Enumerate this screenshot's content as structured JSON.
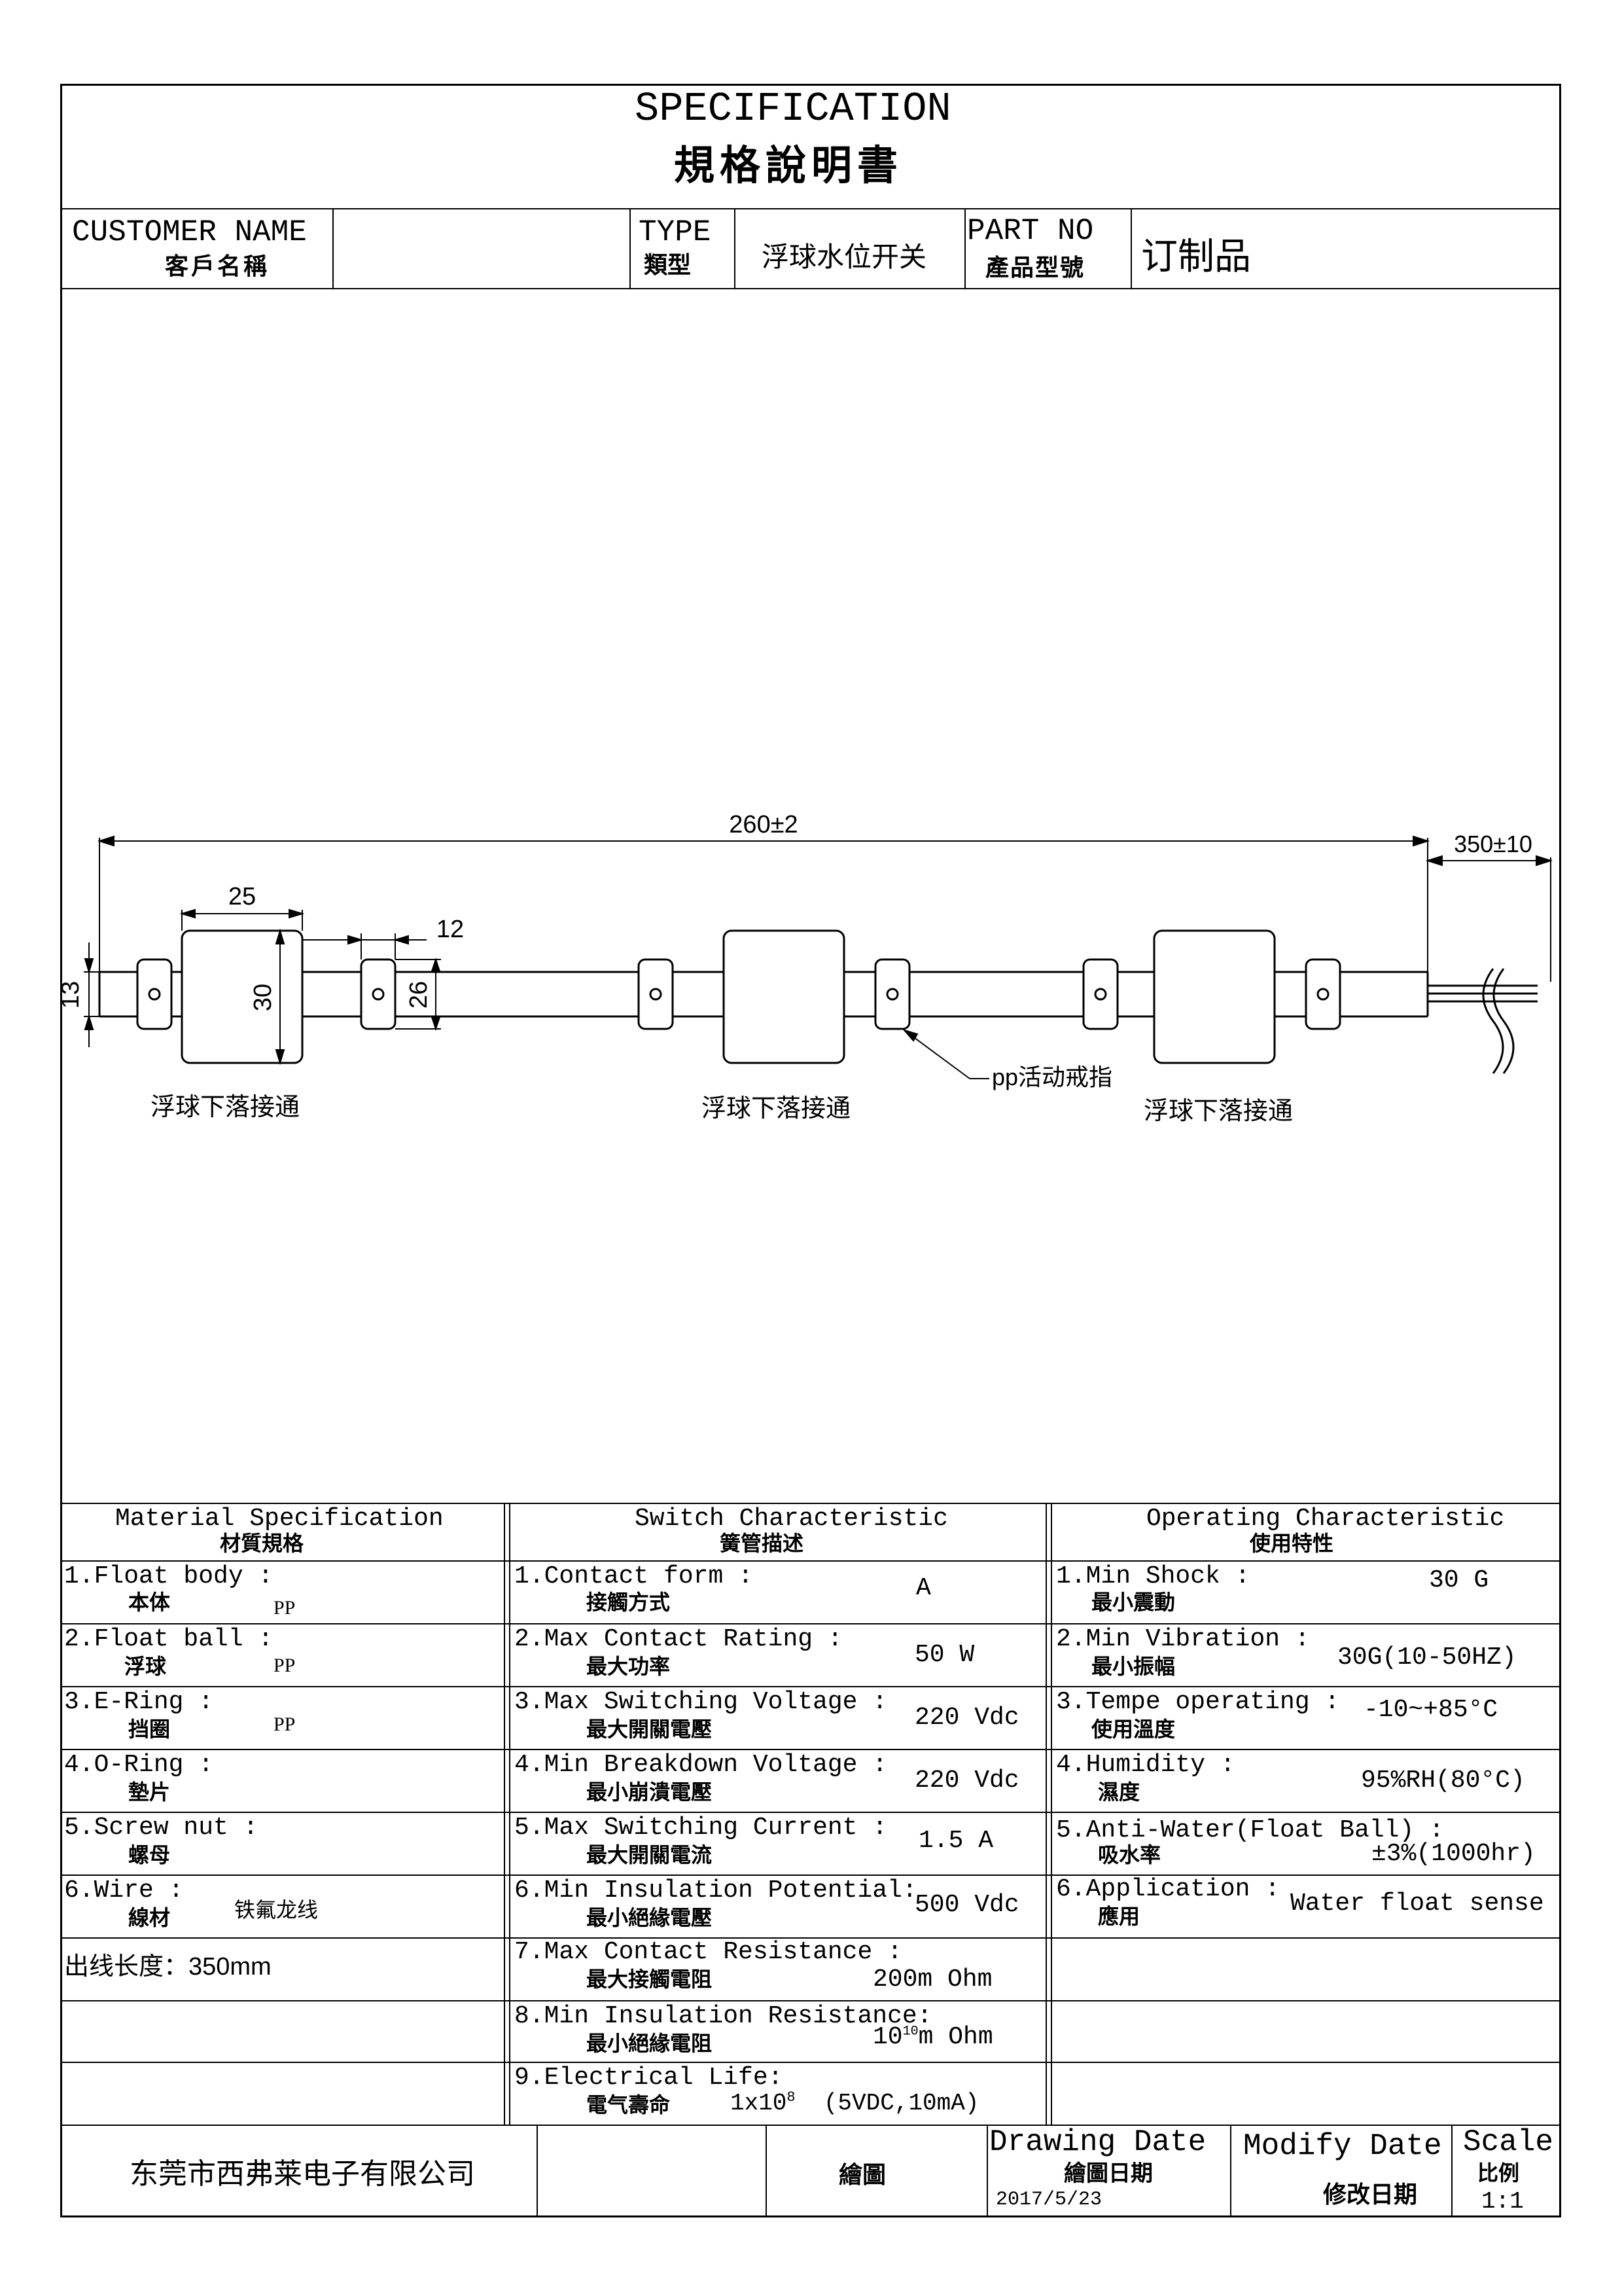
{
  "header": {
    "title_en": "SPECIFICATION",
    "title_cn": "規格說明書",
    "customer_label_en": "CUSTOMER NAME",
    "customer_label_cn": "客戶名稱",
    "customer_value": "",
    "type_label_en": "TYPE",
    "type_label_cn": "類型",
    "type_value": "浮球水位开关",
    "partno_label_en": "PART NO",
    "partno_label_cn": "產品型號",
    "partno_value": "订制品"
  },
  "drawing": {
    "dim_total": "260±2",
    "dim_lead": "350±10",
    "dim_float_width": "25",
    "dim_spacing": "12",
    "dim_rod": "13",
    "dim_float_height": "30",
    "dim_ring": "26",
    "ring_note": "pp活动戒指",
    "float_labels": [
      "浮球下落接通",
      "浮球下落接通",
      "浮球下落接通"
    ]
  },
  "material": {
    "title_en": "Material  Specification",
    "title_cn": "材質規格",
    "rows": [
      {
        "en": "1.Float body :",
        "cn": "本体",
        "val": "PP"
      },
      {
        "en": "2.Float ball :",
        "cn": "浮球",
        "val": "PP"
      },
      {
        "en": "3.E-Ring :",
        "cn": "挡圈",
        "val": "PP"
      },
      {
        "en": "4.O-Ring :",
        "cn": "墊片",
        "val": ""
      },
      {
        "en": "5.Screw nut :",
        "cn": "螺母",
        "val": ""
      },
      {
        "en": "6.Wire :",
        "cn": "線材",
        "val": "铁氟龙线"
      }
    ],
    "lead_length": "出线长度：350mm"
  },
  "switch": {
    "title_en": "Switch Characteristic",
    "title_cn": "簧管描述",
    "rows": [
      {
        "en": "1.Contact form :",
        "cn": "接觸方式",
        "val": "A"
      },
      {
        "en": "2.Max Contact Rating :",
        "cn": "最大功率",
        "val": "50 W"
      },
      {
        "en": "3.Max Switching Voltage :",
        "cn": "最大開關電壓",
        "val": "220 Vdc"
      },
      {
        "en": "4.Min Breakdown Voltage :",
        "cn": "最小崩潰電壓",
        "val": "220 Vdc"
      },
      {
        "en": "5.Max Switching Current :",
        "cn": "最大開關電流",
        "val": "1.5 A"
      },
      {
        "en": "6.Min Insulation Potential:",
        "cn": "最小絕緣電壓",
        "val": "500 Vdc"
      },
      {
        "en": "7.Max Contact Resistance :",
        "cn": "最大接觸電阻",
        "val": "200m Ohm"
      },
      {
        "en": "8.Min Insulation Resistance:",
        "cn": "最小絕緣電阻",
        "val": "m Ohm",
        "val_base": "10",
        "val_exp": "10"
      },
      {
        "en": "9.Electrical Life:",
        "cn": "電气壽命",
        "val": "  (5VDC,10mA)",
        "val_base": "1x10",
        "val_exp": "8"
      }
    ]
  },
  "operating": {
    "title_en": "Operating Characteristic",
    "title_cn": "使用特性",
    "rows": [
      {
        "en": "1.Min Shock :",
        "cn": "最小震動",
        "val": "30 G"
      },
      {
        "en": "2.Min Vibration :",
        "cn": "最小振幅",
        "val": "30G(10-50HZ)"
      },
      {
        "en": "3.Tempe operating :",
        "cn": "使用溫度",
        "val": "-10~+85°C"
      },
      {
        "en": "4.Humidity :",
        "cn": "濕度",
        "val": "95%RH(80°C)"
      },
      {
        "en": "5.Anti-Water(Float Ball) :",
        "cn": "吸水率",
        "val": "±3%(1000hr)"
      },
      {
        "en": "6.Application :",
        "cn": "應用",
        "val": "Water float sense"
      }
    ]
  },
  "footer": {
    "company": "东莞市西弗莱电子有限公司",
    "draw_label": "繪圖",
    "drawing_date_en": "Drawing Date",
    "drawing_date_cn": "繪圖日期",
    "drawing_date_value": "2017/5/23",
    "modify_date_en": "Modify Date",
    "modify_date_cn": "修改日期",
    "scale_en": "Scale",
    "scale_cn": "比例",
    "scale_value": "1:1"
  }
}
